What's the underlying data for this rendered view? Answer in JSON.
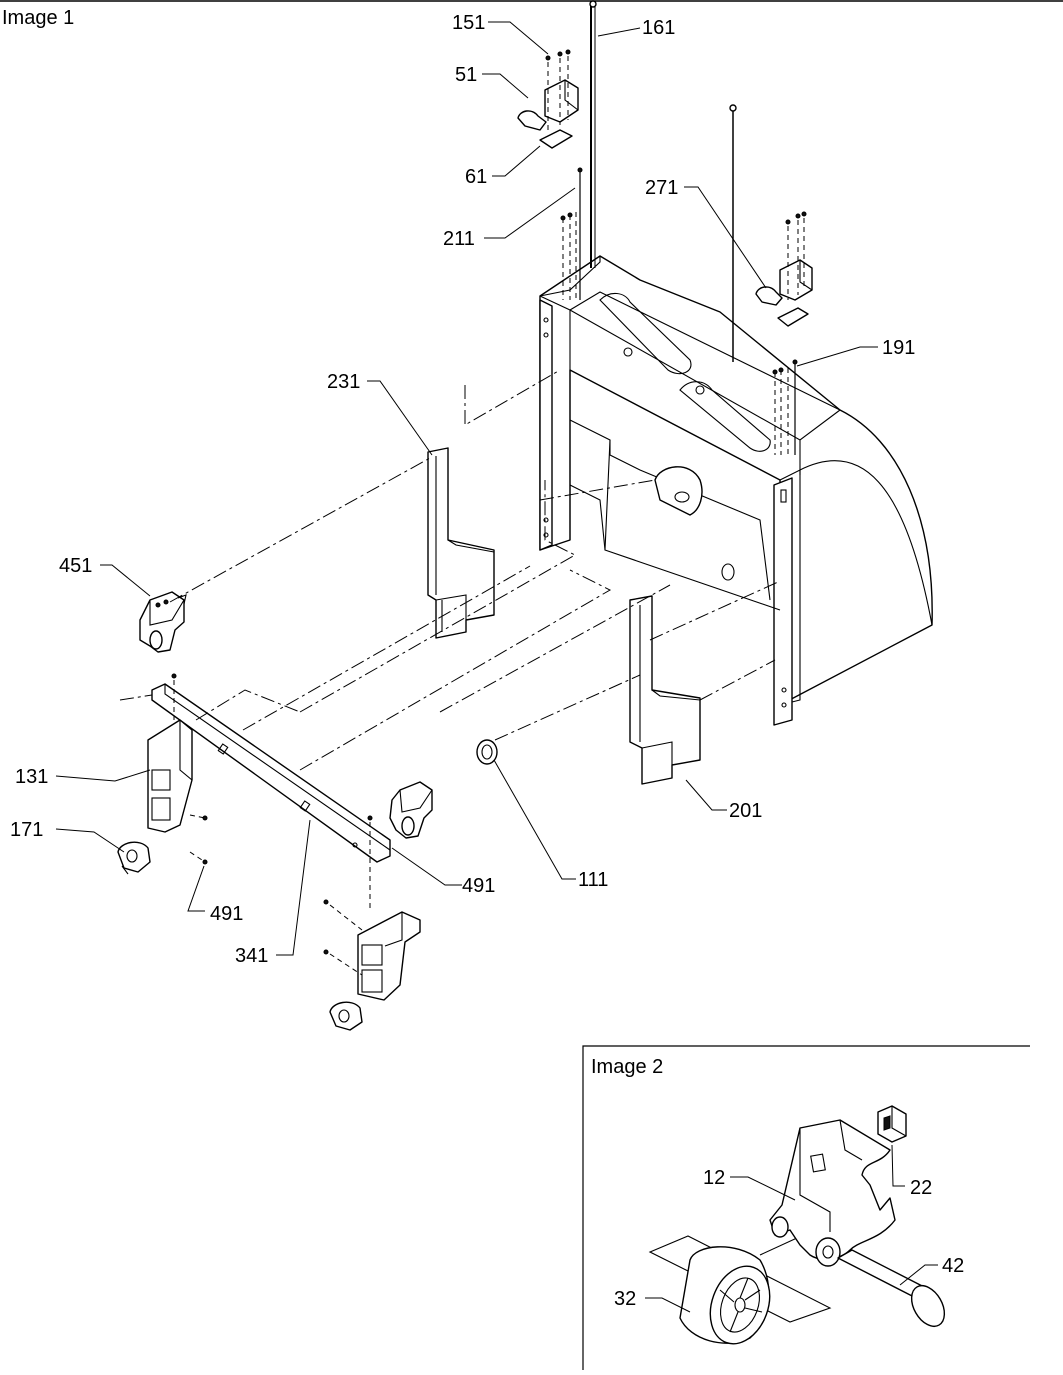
{
  "image1": {
    "title": "Image 1",
    "callouts": {
      "c151": "151",
      "c161": "161",
      "c51": "51",
      "c61": "61",
      "c211": "211",
      "c271": "271",
      "c191": "191",
      "c231": "231",
      "c451": "451",
      "c131": "131",
      "c171": "171",
      "c491a": "491",
      "c491b": "491",
      "c341": "341",
      "c111": "111",
      "c201": "201"
    }
  },
  "image2": {
    "title": "Image 2",
    "callouts": {
      "c12": "12",
      "c22": "22",
      "c32": "32",
      "c42": "42"
    }
  }
}
